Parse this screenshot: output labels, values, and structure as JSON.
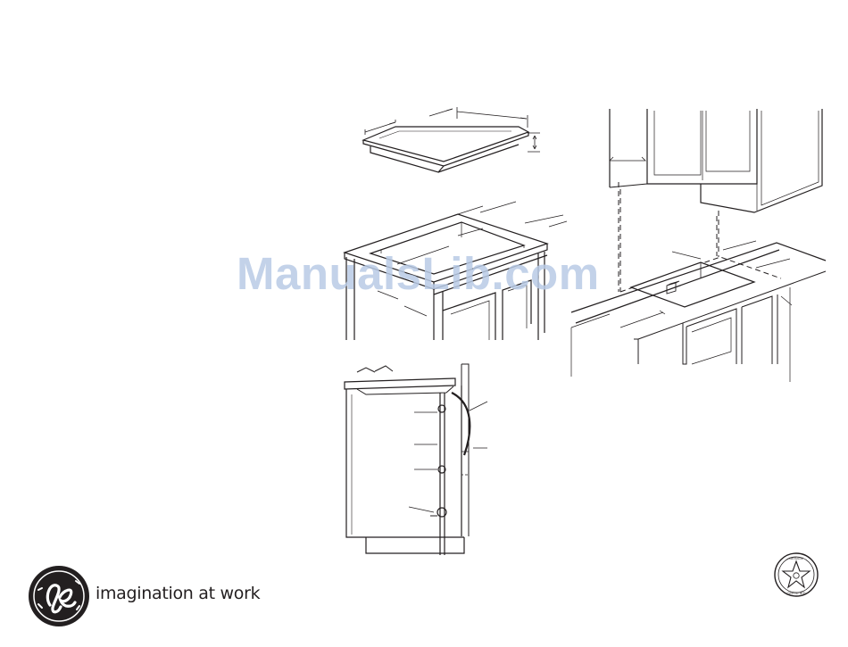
{
  "watermark": {
    "text": "ManualsLib.com",
    "color": "#b9cbe6"
  },
  "brand": {
    "logo_icon": "ge-monogram-logo",
    "logo_color": "#231f20",
    "tagline": "imagination at work"
  },
  "certification": {
    "icon": "design-certified-star-seal",
    "top_text": "DESIGN",
    "bottom_text": "CERTIFIED"
  },
  "figures": {
    "cooktop": {
      "icon": "cooktop-dimensions-diagram"
    },
    "cutout": {
      "icon": "countertop-cutout-diagram"
    },
    "gas_connection": {
      "icon": "gas-connection-side-view-diagram"
    },
    "installation": {
      "icon": "cabinet-clearance-diagram"
    }
  }
}
